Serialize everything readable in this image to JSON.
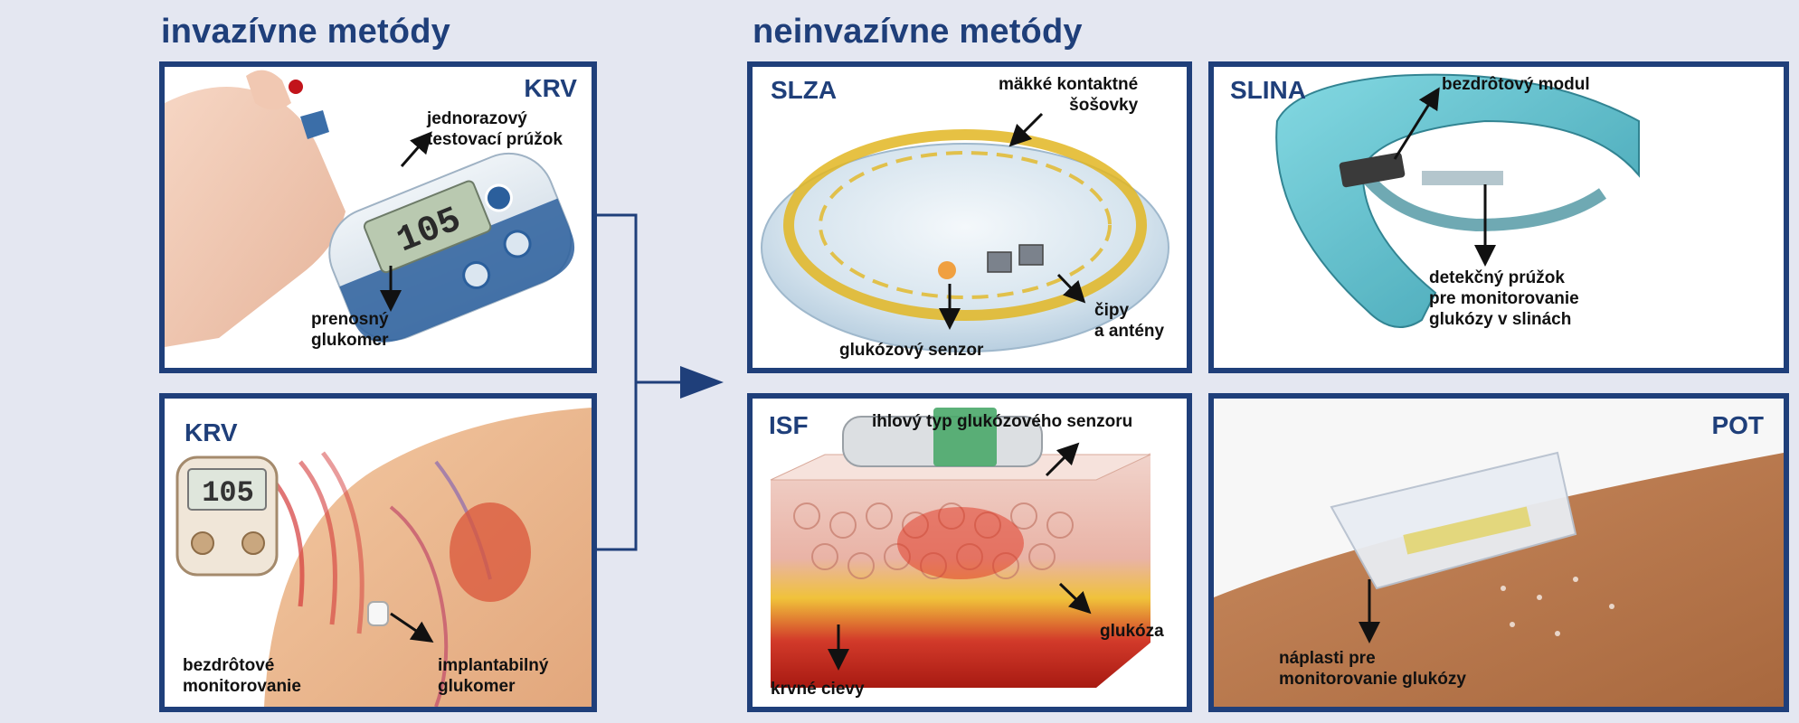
{
  "headings": {
    "invasive": "invazívne metódy",
    "noninvasive": "neinvazívne metódy"
  },
  "colors": {
    "navy": "#1f3f7a",
    "background": "#e4e7f1",
    "panel_bg": "#ffffff"
  },
  "panels": {
    "krv_meter": {
      "title": "KRV",
      "labels": {
        "strip_1": "jednorazový",
        "strip_2": "testovací prúžok",
        "meter_1": "prenosný",
        "meter_2": "glukomer"
      },
      "display": "105"
    },
    "krv_implant": {
      "title": "KRV",
      "labels": {
        "wireless_1": "bezdrôtové",
        "wireless_2": "monitorovanie",
        "implant_1": "implantabilný",
        "implant_2": "glukomer"
      },
      "display": "105"
    },
    "slza": {
      "title": "SLZA",
      "labels": {
        "lens_1": "mäkké kontaktné",
        "lens_2": "šošovky",
        "chips_1": "čipy",
        "chips_2": "a antény",
        "sensor": "glukózový senzor"
      }
    },
    "slina": {
      "title": "SLINA",
      "labels": {
        "module": "bezdrôtový modul",
        "strip_1": "detekčný prúžok",
        "strip_2": "pre monitorovanie",
        "strip_3": "glukózy v slinách"
      }
    },
    "isf": {
      "title": "ISF",
      "labels": {
        "needle": "ihlový typ glukózového senzoru",
        "glucose": "glukóza",
        "vessels": "krvné cievy"
      }
    },
    "pot": {
      "title": "POT",
      "labels": {
        "patch_1": "náplasti pre",
        "patch_2": "monitorovanie glukózy"
      }
    }
  }
}
